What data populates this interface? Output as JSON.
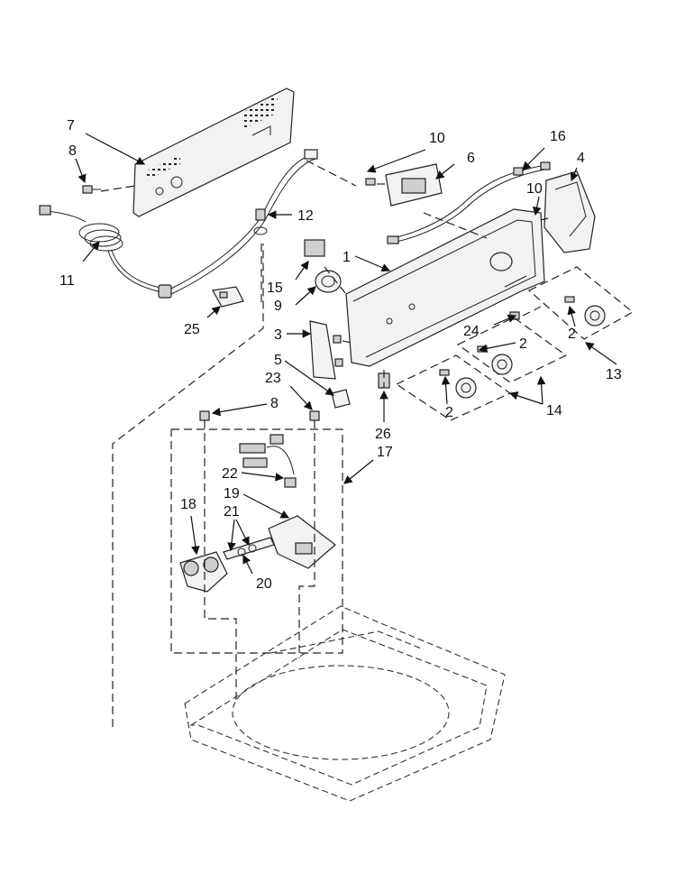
{
  "callouts": {
    "c1": "1",
    "c2a": "2",
    "c2b": "2",
    "c2c": "2",
    "c3": "3",
    "c4": "4",
    "c5": "5",
    "c6": "6",
    "c7": "7",
    "c8a": "8",
    "c8b": "8",
    "c9": "9",
    "c10a": "10",
    "c10b": "10",
    "c11": "11",
    "c12": "12",
    "c13": "13",
    "c14": "14",
    "c15": "15",
    "c16": "16",
    "c17": "17",
    "c18": "18",
    "c19": "19",
    "c20": "20",
    "c21": "21",
    "c22": "22",
    "c23": "23",
    "c24": "24",
    "c25": "25",
    "c26": "26"
  }
}
